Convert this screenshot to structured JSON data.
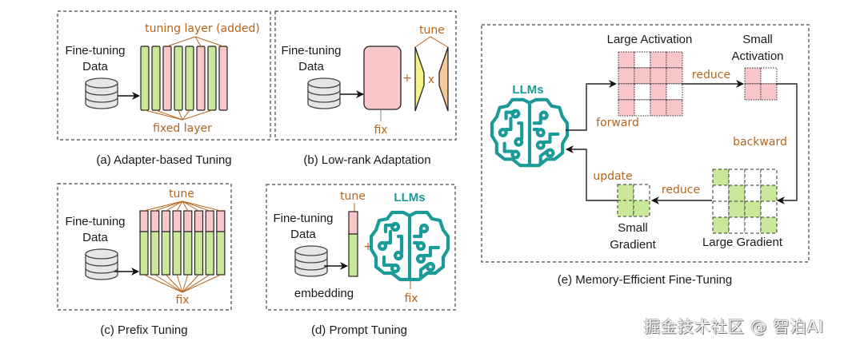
{
  "figure": {
    "panels": {
      "a": {
        "caption": "(a) Adapter-based Tuning",
        "data_label_1": "Fine-tuning",
        "data_label_2": "Data",
        "top_label": "tuning layer (added)",
        "bottom_label": "fixed layer",
        "layers": [
          "fixed",
          "fixed",
          "tuning",
          "fixed",
          "fixed",
          "tuning",
          "fixed",
          "tuning"
        ]
      },
      "b": {
        "caption": "(b) Low-rank Adaptation",
        "data_label_1": "Fine-tuning",
        "data_label_2": "Data",
        "top_label": "tune",
        "bottom_label": "fix",
        "plus": "+",
        "times": "x"
      },
      "c": {
        "caption": "(c) Prefix Tuning",
        "data_label_1": "Fine-tuning",
        "data_label_2": "Data",
        "top_label": "tune",
        "bottom_label": "fix",
        "column_count": 8
      },
      "d": {
        "caption": "(d) Prompt Tuning",
        "data_label_1": "Fine-tuning",
        "data_label_2": "Data",
        "top_label": "tune",
        "bottom_label": "fix",
        "embedding_label": "embedding",
        "llm_label": "LLMs",
        "plus": "+"
      },
      "e": {
        "caption": "(e) Memory-Efficient Fine-Tuning",
        "llm_label": "LLMs",
        "large_activation_label": "Large Activation",
        "small_activation_label_1": "Small",
        "small_activation_label_2": "Activation",
        "large_gradient_label": "Large Gradient",
        "small_gradient_label_1": "Small",
        "small_gradient_label_2": "Gradient",
        "forward": "forward",
        "backward": "backward",
        "reduce_top": "reduce",
        "reduce_bottom": "reduce",
        "update": "update",
        "large_activation_grid": [
          [
            1,
            0,
            1,
            1
          ],
          [
            1,
            1,
            1,
            1
          ],
          [
            1,
            0,
            1,
            0
          ],
          [
            1,
            0,
            1,
            1
          ]
        ],
        "small_activation_grid": [
          [
            1,
            0
          ],
          [
            1,
            1
          ]
        ],
        "large_gradient_grid": [
          [
            1,
            0,
            0,
            0
          ],
          [
            0,
            1,
            0,
            1
          ],
          [
            0,
            1,
            1,
            0
          ],
          [
            1,
            0,
            0,
            1
          ]
        ],
        "small_gradient_grid": [
          [
            1,
            0
          ],
          [
            1,
            1
          ]
        ]
      }
    },
    "colors": {
      "green": "#c9e89a",
      "pink": "#f9c6c9",
      "yellow": "#f5f08a",
      "orange": "#f6c89a",
      "brown": "#b5651d",
      "teal": "#1a9b98"
    }
  },
  "watermark": "掘金技术社区 @ 智泊AI"
}
